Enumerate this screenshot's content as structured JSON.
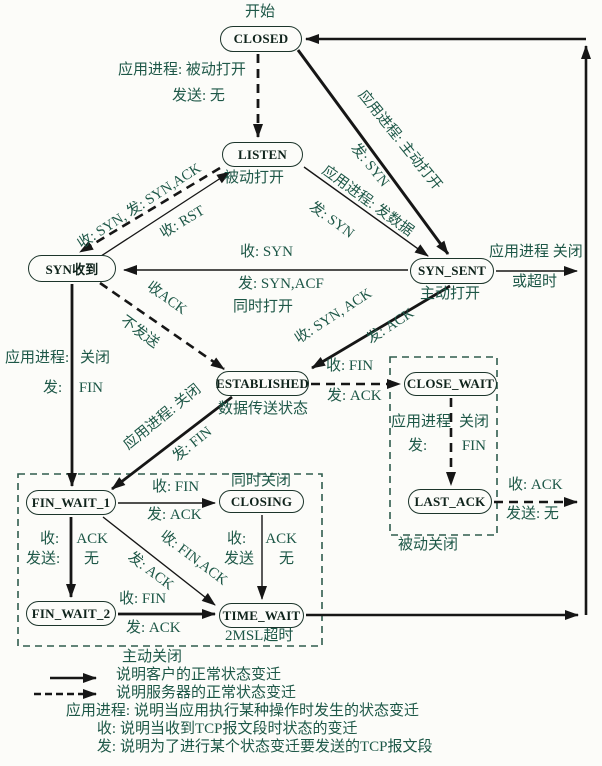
{
  "colors": {
    "background": "#fcfcf9",
    "annotation_green": "#1d5747",
    "state_text": "#0f231b",
    "arrow_black": "#161616",
    "dashed_box_green": "#2f5d4e"
  },
  "states": {
    "closed": "CLOSED",
    "listen": "LISTEN",
    "syn_sent": "SYN_SENT",
    "syn_rcvd": "SYN收到",
    "established": "ESTABLISHED",
    "close_wait": "CLOSE_WAIT",
    "last_ack": "LAST_ACK",
    "fin_wait_1": "FIN_WAIT_1",
    "closing": "CLOSING",
    "fin_wait_2": "FIN_WAIT_2",
    "time_wait": "TIME_WAIT"
  },
  "notes": {
    "start": "开始",
    "passive_open": "被动打开",
    "active_open": "主动打开",
    "data_transfer": "数据传送状态",
    "simultaneous_open": "同时打开",
    "simultaneous_close": "同时关闭",
    "msl_timeout": "2MSL超时",
    "active_close": "主动关闭",
    "passive_close": "被动关闭"
  },
  "edges": {
    "closed_listen": {
      "app": "应用进程: 被动打开",
      "send": "发送: 无"
    },
    "listen_syn_rcvd": {
      "recv_send": "收: SYN, 发: SYN,ACK"
    },
    "syn_rcvd_listen": {
      "recv": "收: RST"
    },
    "closed_syn_sent": {
      "app": "应用进程: 主动打开",
      "send": "发: SYN"
    },
    "listen_syn_sent": {
      "app": "应用进程: 发数据",
      "send": "发: SYN"
    },
    "syn_sent_syn_rcvd": {
      "recv": "收: SYN",
      "send": "发: SYN,ACF"
    },
    "syn_rcvd_established": {
      "recv": "收ACK",
      "send": "不发送"
    },
    "syn_sent_established": {
      "recv": "收: SYN, ACK",
      "send": "发: ACK"
    },
    "established_close_wait": {
      "recv": "收: FIN",
      "send": "发: ACK"
    },
    "close_wait_last_ack": {
      "app_l": "应用进程",
      "app_r": "关闭",
      "send_l": "发:",
      "send_r": "FIN"
    },
    "last_ack_closed": {
      "recv": "收: ACK",
      "send": "发送: 无"
    },
    "syn_rcvd_fin_wait_1": {
      "app_l": "应用进程:",
      "app_r": "关闭",
      "send_l": "发:",
      "send_r": "FIN"
    },
    "established_fin_wait_1": {
      "app": "应用进程: 关闭",
      "send": "发: FIN"
    },
    "fin_wait_1_closing": {
      "recv": "收: FIN",
      "send": "发: ACK"
    },
    "fin_wait_1_fin_wait_2": {
      "recv_l": "收:",
      "recv_r": "ACK",
      "send_l": "发送:",
      "send_r": "无"
    },
    "fin_wait_1_time_wait": {
      "recv": "收: FIN,ACK",
      "send": "发: ACK"
    },
    "closing_time_wait": {
      "recv_l": "收:",
      "recv_r": "ACK",
      "send_l": "发送",
      "send_r": "无"
    },
    "fin_wait_2_time_wait": {
      "recv": "收: FIN",
      "send": "发: ACK"
    },
    "syn_sent_closed": {
      "app": "应用进程 关闭",
      "timeout": "或超时"
    }
  },
  "legend": {
    "client_arrow": "说明客户的正常状态变迁",
    "server_arrow": "说明服务器的正常状态变迁",
    "app_label": "应用进程:",
    "app_text": "说明当应用执行某种操作时发生的状态变迁",
    "recv_label": "收:",
    "recv_text": "说明当收到TCP报文段时状态的变迁",
    "send_label": "发:",
    "send_text": "说明为了进行某个状态变迁要发送的TCP报文段"
  }
}
